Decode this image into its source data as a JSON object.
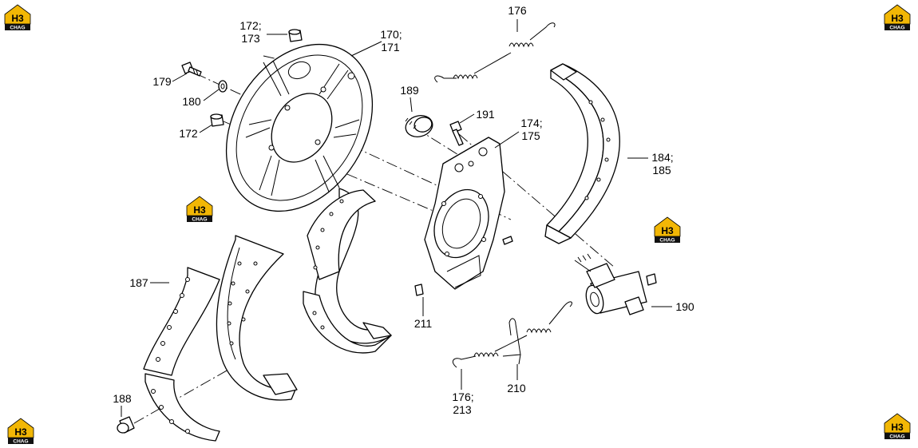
{
  "labels": {
    "l176_top": "176",
    "l172_173_a": "172;",
    "l172_173_b": "173",
    "l170_171_a": "170;",
    "l170_171_b": "171",
    "l179": "179",
    "l180": "180",
    "l172": "172",
    "l189": "189",
    "l191": "191",
    "l174_175_a": "174;",
    "l174_175_b": "175",
    "l184_185_a": "184;",
    "l184_185_b": "185",
    "l187": "187",
    "l211": "211",
    "l190": "190",
    "l188": "188",
    "l176_213_a": "176;",
    "l176_213_b": "213",
    "l210": "210"
  },
  "watermark": {
    "brand_top": "H3",
    "brand_bottom": "CHAG",
    "color_house": "#f2b705",
    "color_band": "#111111"
  }
}
